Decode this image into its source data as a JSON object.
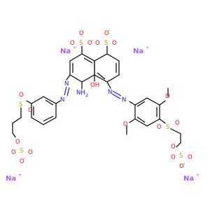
{
  "structure": {
    "labels": {
      "Na": "Na",
      "plus": "+",
      "minus": "-",
      "S": "S",
      "O": "O",
      "N": "N",
      "NH2": "NH",
      "NH2_sub": "2",
      "OH": "OH",
      "H": "H"
    }
  },
  "colors": {
    "carbon": "#000000",
    "oxygen": "#ff0d0d",
    "nitrogen": "#1c1cff",
    "sulfur": "#b3a100",
    "sodium": "#ab5cf2"
  }
}
